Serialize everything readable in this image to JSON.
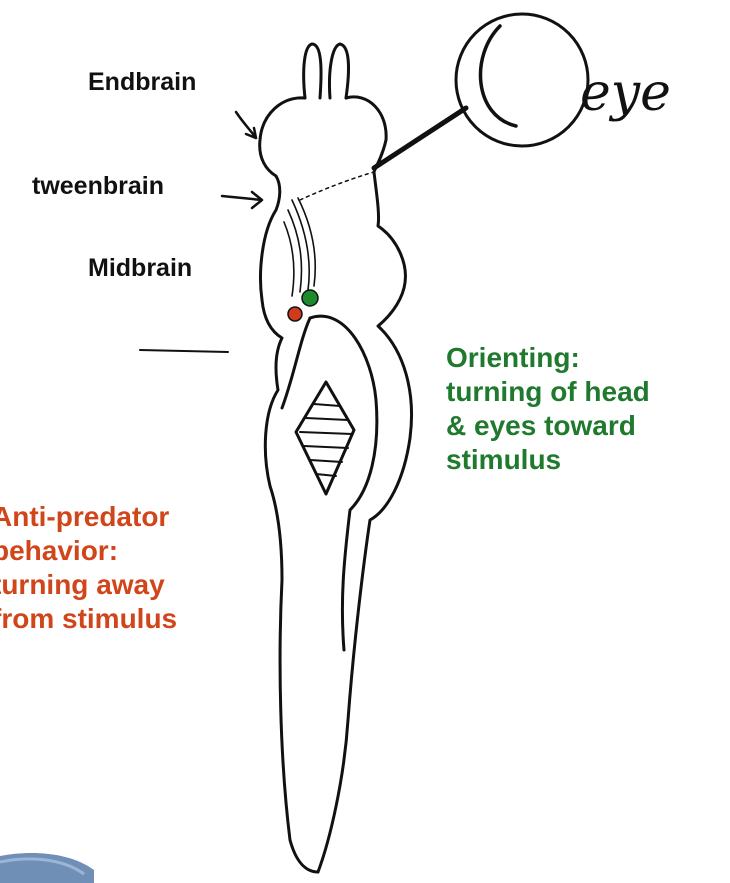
{
  "labels": {
    "endbrain": "Endbrain",
    "tweenbrain": "tweenbrain",
    "midbrain": "Midbrain",
    "eye": "eye"
  },
  "orienting": {
    "lines": [
      "Orienting:",
      "turning of head",
      "& eyes toward",
      "stimulus"
    ]
  },
  "anti_predator": {
    "lines": [
      "Anti-predator",
      "behavior:",
      "turning away",
      "from stimulus"
    ]
  },
  "colors": {
    "orienting": "#1f7a2e",
    "anti_predator": "#d0461a",
    "green_dot": "#1e8a2e",
    "red_dot": "#d23a1c",
    "ink": "#111111"
  }
}
